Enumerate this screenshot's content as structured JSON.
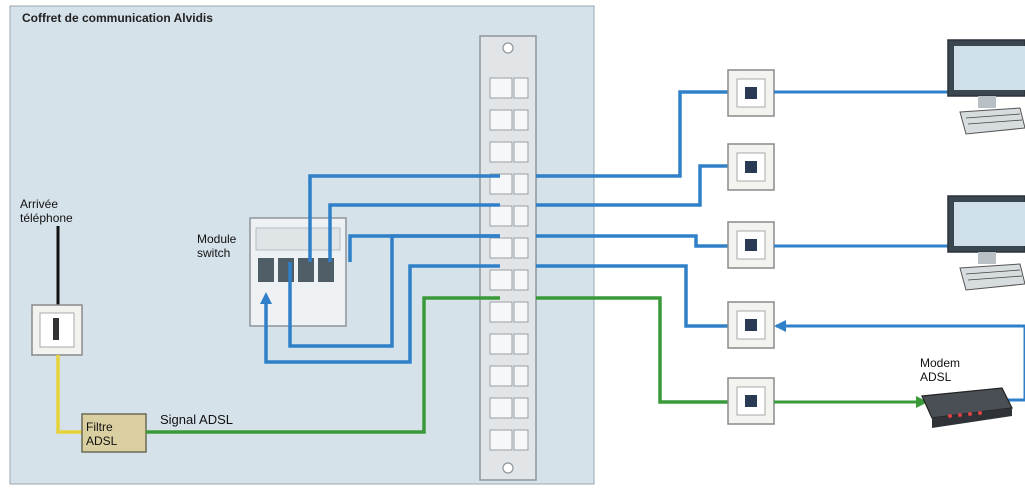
{
  "cabinet": {
    "title": "Coffret de communication Alvidis",
    "background": "#d6e2ea"
  },
  "labels": {
    "arrivee_line1": "Arrivée",
    "arrivee_line2": "téléphone",
    "module_line1": "Module",
    "module_line2": "switch",
    "filtre_line1": "Filtre",
    "filtre_line2": "ADSL",
    "signal_adsl": "Signal ADSL",
    "modem_line1": "Modem",
    "modem_line2": "ADSL"
  },
  "colors": {
    "ethernet_cable": "#2f80c8",
    "adsl_cable": "#3a9a3a",
    "phone_cable": "#e6d23a",
    "phone_line": "#111111"
  },
  "icons": [
    "computer-icon",
    "wall-socket-icon",
    "modem-icon",
    "switch-icon",
    "patch-panel-icon"
  ]
}
